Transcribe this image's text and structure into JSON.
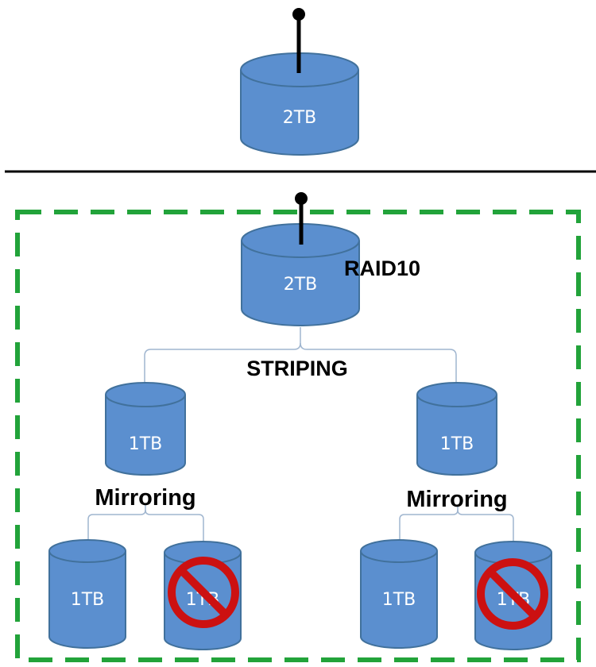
{
  "top": {
    "disk_label": "2TB"
  },
  "raid": {
    "title": "RAID10",
    "disk_label": "2TB",
    "striping_label": "STRIPING",
    "left_mirror": {
      "disk_label": "1TB",
      "label": "Mirroring",
      "disk_a_label": "1TB",
      "disk_b_label": "1TB",
      "disk_b_status": "failed"
    },
    "right_mirror": {
      "disk_label": "1TB",
      "label": "Mirroring",
      "disk_a_label": "1TB",
      "disk_b_label": "1TB",
      "disk_b_status": "failed"
    }
  },
  "colors": {
    "disk_fill": "#5b8fcf",
    "disk_stroke": "#41719c",
    "dashed_border": "#22a33a",
    "no_symbol": "#cc1111",
    "connector": "#9fb5cf"
  }
}
